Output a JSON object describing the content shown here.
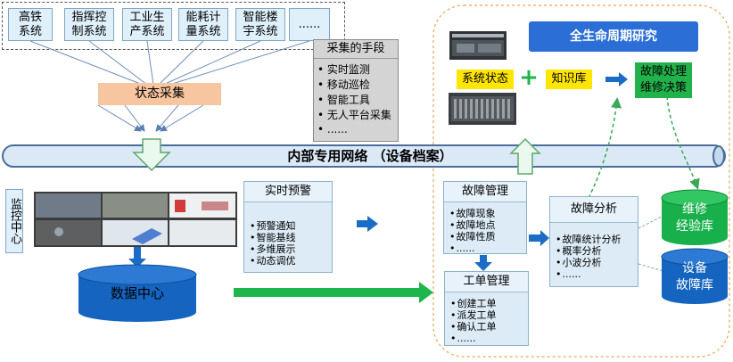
{
  "systems": [
    "高铁\n系统",
    "指挥控\n制系统",
    "工业生\n产系统",
    "能耗计\n量系统",
    "智能楼\n宇系统",
    "......"
  ],
  "state_collection": "状态采集",
  "methods": {
    "title": "采集的手段",
    "items": [
      "实时监测",
      "移动巡检",
      "智能工具",
      "无人平台采集",
      "......"
    ]
  },
  "network_label": "内部专用网络 （设备档案）",
  "monitor_center": "监控中心",
  "data_center": "数据中心",
  "realtime_alert": {
    "title": "实时预警",
    "items": [
      "预警通知",
      "智能基线",
      "多维展示",
      "动态调优"
    ]
  },
  "fault_mgmt": {
    "title": "故障管理",
    "items": [
      "故障现象",
      "故障地点",
      "故障性质",
      "......"
    ]
  },
  "work_order": {
    "title": "工单管理",
    "items": [
      "创建工单",
      "派发工单",
      "确认工单",
      "......"
    ]
  },
  "fault_analysis": {
    "title": "故障分析",
    "items": [
      "故障统计分析",
      "概率分析",
      "小波分析",
      "......"
    ]
  },
  "lifecycle": "全生命周期研究",
  "system_status": "系统状态",
  "plus": "+",
  "knowledge_base": "知识库",
  "decision": "故障处理\n维修决策",
  "repair_db": "维修\n经验库",
  "equip_db": "设备\n故障库",
  "colors": {
    "system_fill": "#dff0fb",
    "state_label": "#f7c59f",
    "network_fill": "#dbe9f7",
    "network_stroke": "#4a6e99",
    "db_blue": "#1565c0",
    "db_green": "#17b04a",
    "lifecycle_fill": "#2b6fd6",
    "status_yellow": "#ffe600",
    "decision_green": "#21b24b",
    "arrow_green": "#1eb64a",
    "arrow_blue": "#1b6cc4",
    "dashed_green": "#3aa857",
    "border_orange": "#e9a45a"
  }
}
